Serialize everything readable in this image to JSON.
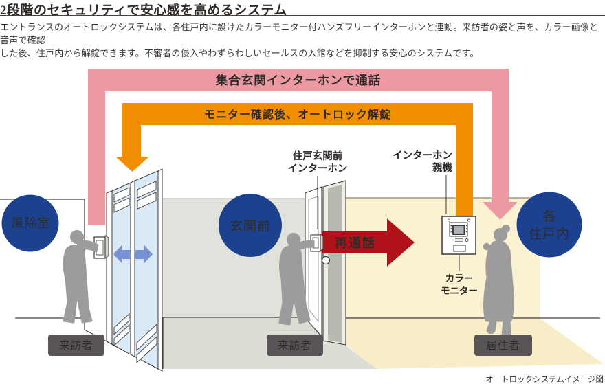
{
  "page": {
    "title": "2段階のセキュリティで安心感を高めるシステム",
    "desc1": "エントランスのオートロックシステムは、各住戸内に設けたカラーモニター付ハンズフリーインターホンと連動。来訪者の姿と声を、カラー画像と音声で確認",
    "desc2": "した後、住戸内から解錠できます。不審者の侵入やわずらわしいセールスの入館などを抑制する安心のシステムです。",
    "caption": "オートロックシステムイメージ図"
  },
  "arrows": {
    "call_entrance": "集合玄関インターホンで通話",
    "unlock": "モニター確認後、オートロック解錠",
    "recall": "再通話"
  },
  "zones": {
    "windbreak": "風除室",
    "entrance_front": "玄関前",
    "dwelling_line1": "各",
    "dwelling_line2": "住戸内"
  },
  "labels": {
    "door_intercom_line1": "住戸玄関前",
    "door_intercom_line2": "インターホン",
    "master_unit_line1": "インターホン",
    "master_unit_line2": "親機",
    "color_monitor_line1": "カラー",
    "color_monitor_line2": "モニター"
  },
  "badges": {
    "visitor1": "来訪者",
    "visitor2": "来訪者",
    "resident": "居住者"
  },
  "colors": {
    "pink": "#ec99a3",
    "orange": "#f18e00",
    "red": "#b0121a",
    "navy": "#1c428f",
    "cream_wall": "#fbf2d2",
    "cream_floor": "#f8edc6",
    "gray_wall": "#e2e2dc",
    "gray_floor": "#dcddd5",
    "glass": "#d9e9f6",
    "door_arrow_blue": "#7791d5",
    "silhouette": "#9c9c9c",
    "badge_bg": "#595456",
    "white": "#ffffff"
  }
}
